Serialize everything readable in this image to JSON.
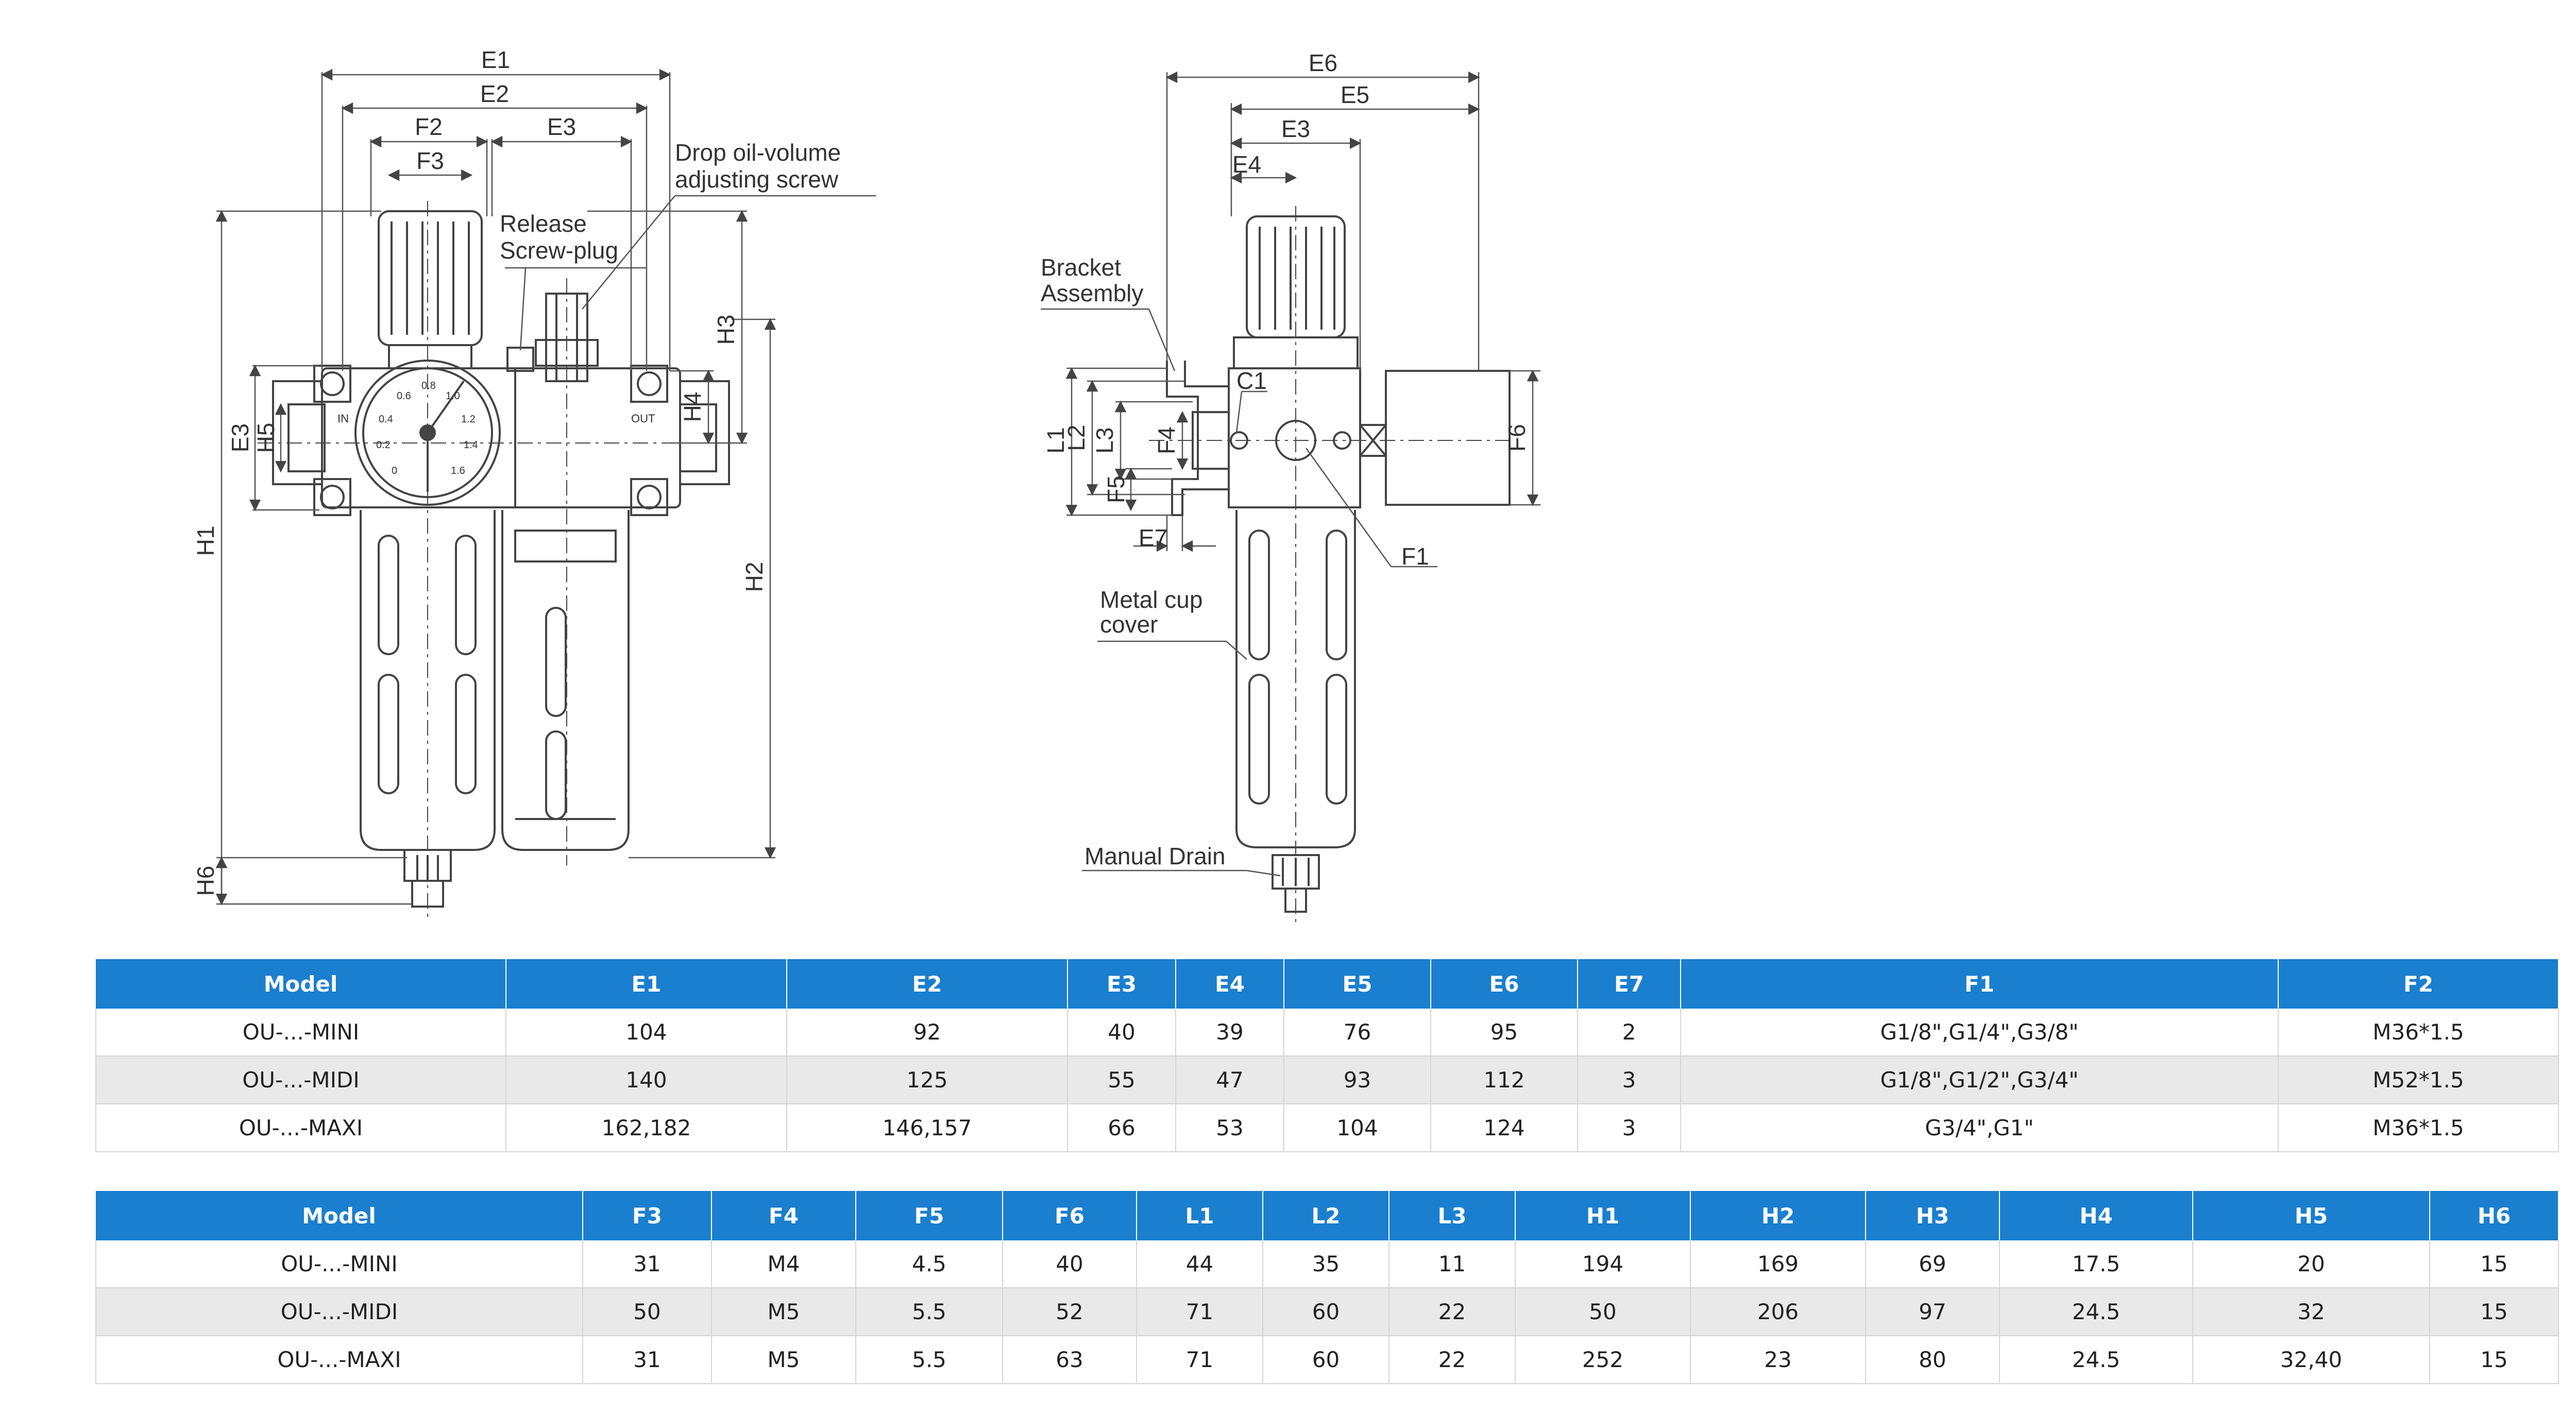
{
  "drawing": {
    "left_dims": {
      "E1": "E1",
      "E2": "E2",
      "F2": "F2",
      "F3": "F3",
      "E3": "E3",
      "H1": "H1",
      "H2": "H2",
      "H3": "H3",
      "H4": "H4",
      "H5": "H5",
      "H6": "H6",
      "E3v": "E3"
    },
    "left_callouts": {
      "drop_oil_1": "Drop oil-volume",
      "drop_oil_2": "adjusting screw",
      "release_1": "Release",
      "release_2": "Screw-plug",
      "in_label": "IN",
      "out_label": "OUT",
      "gauge_ticks": [
        "0.4",
        "0.6",
        "0.8",
        "1.0",
        "1.2",
        "1.4",
        "1.6",
        "0.2",
        "0"
      ]
    },
    "right_dims": {
      "E6": "E6",
      "E5": "E5",
      "E3": "E3",
      "E4": "E4",
      "C1": "C1",
      "L1": "L1",
      "L2": "L2",
      "L3": "L3",
      "F4": "F4",
      "F5": "F5",
      "E7": "E7",
      "F1": "F1",
      "F6": "F6"
    },
    "right_callouts": {
      "bracket_1": "Bracket",
      "bracket_2": "Assembly",
      "metal_1": "Metal cup",
      "metal_2": "cover",
      "manual_drain": "Manual Drain"
    }
  },
  "table1": {
    "headers": [
      "Model",
      "E1",
      "E2",
      "E3",
      "E4",
      "E5",
      "E6",
      "E7",
      "F1",
      "F2"
    ],
    "rows": [
      [
        "OU-...-MINI",
        "104",
        "92",
        "40",
        "39",
        "76",
        "95",
        "2",
        "G1/8\",G1/4\",G3/8\"",
        "M36*1.5"
      ],
      [
        "OU-...-MIDI",
        "140",
        "125",
        "55",
        "47",
        "93",
        "112",
        "3",
        "G1/8\",G1/2\",G3/4\"",
        "M52*1.5"
      ],
      [
        "OU-...-MAXI",
        "162,182",
        "146,157",
        "66",
        "53",
        "104",
        "124",
        "3",
        "G3/4\",G1\"",
        "M36*1.5"
      ]
    ]
  },
  "table2": {
    "headers": [
      "Model",
      "F3",
      "F4",
      "F5",
      "F6",
      "L1",
      "L2",
      "L3",
      "H1",
      "H2",
      "H3",
      "H4",
      "H5",
      "H6"
    ],
    "rows": [
      [
        "OU-...-MINI",
        "31",
        "M4",
        "4.5",
        "40",
        "44",
        "35",
        "11",
        "194",
        "169",
        "69",
        "17.5",
        "20",
        "15"
      ],
      [
        "OU-...-MIDI",
        "50",
        "M5",
        "5.5",
        "52",
        "71",
        "60",
        "22",
        "50",
        "206",
        "97",
        "24.5",
        "32",
        "15"
      ],
      [
        "OU-...-MAXI",
        "31",
        "M5",
        "5.5",
        "63",
        "71",
        "60",
        "22",
        "252",
        "23",
        "80",
        "24.5",
        "32,40",
        "15"
      ]
    ]
  },
  "colors": {
    "header_bg": "#1a7fcf",
    "alt_row": "#e9e9e9",
    "line": "#555555"
  }
}
